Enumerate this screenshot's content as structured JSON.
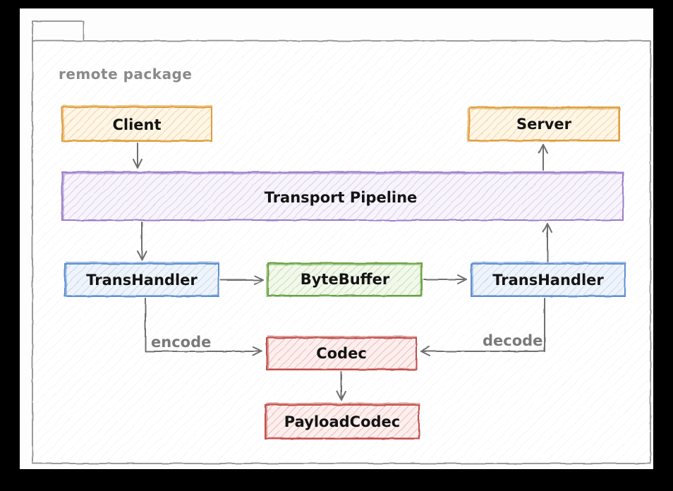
{
  "package": {
    "label": "remote package"
  },
  "nodes": {
    "client": {
      "label": "Client",
      "border_color": "#e09c3a",
      "fill_color": "#fef6e7"
    },
    "server": {
      "label": "Server",
      "border_color": "#e09c3a",
      "fill_color": "#fef6e7"
    },
    "pipeline": {
      "label": "Transport Pipeline",
      "border_color": "#9a7bc9",
      "fill_color": "#f8f4fc"
    },
    "trans_handler_left": {
      "label": "TransHandler",
      "border_color": "#5e8fd0",
      "fill_color": "#eff4fb"
    },
    "byte_buffer": {
      "label": "ByteBuffer",
      "border_color": "#67a23f",
      "fill_color": "#f2f8ec"
    },
    "trans_handler_right": {
      "label": "TransHandler",
      "border_color": "#5e8fd0",
      "fill_color": "#eff4fb"
    },
    "codec": {
      "label": "Codec",
      "border_color": "#c24f4b",
      "fill_color": "#fcefee"
    },
    "payload_codec": {
      "label": "PayloadCodec",
      "border_color": "#c24f4b",
      "fill_color": "#fcefee"
    }
  },
  "edge_labels": {
    "encode": "encode",
    "decode": "decode"
  },
  "colors": {
    "arrow": "#6f6f6f",
    "package_border": "#909090",
    "package_label_text": "#8a8a8a",
    "node_text": "#141414",
    "edge_label_text": "#7a7a7a",
    "canvas_background": "#fdfdfd",
    "outer_frame": "#000000"
  }
}
